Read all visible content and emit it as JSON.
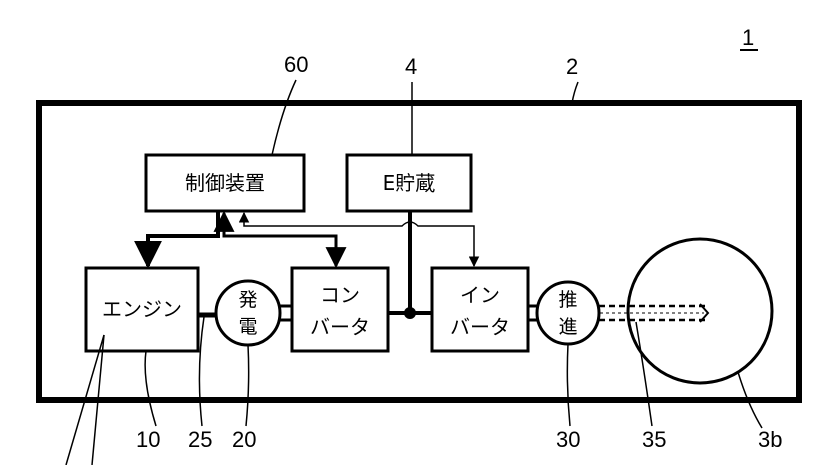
{
  "figure_number": "1",
  "reference_numerals": {
    "vehicle": "2",
    "storage": "4",
    "controller": "60",
    "engine": "10",
    "shaft": "25",
    "generator": "20",
    "motor": "30",
    "output_shaft": "35",
    "wheel": "3b"
  },
  "blocks": {
    "controller": "制御装置",
    "storage": "E貯蔵",
    "engine": "エンジン",
    "converter_line1": "コン",
    "converter_line2": "バータ",
    "inverter_line1": "イン",
    "inverter_line2": "バータ"
  },
  "circles": {
    "generator_line1": "発",
    "generator_line2": "電",
    "motor_line1": "推",
    "motor_line2": "進"
  }
}
